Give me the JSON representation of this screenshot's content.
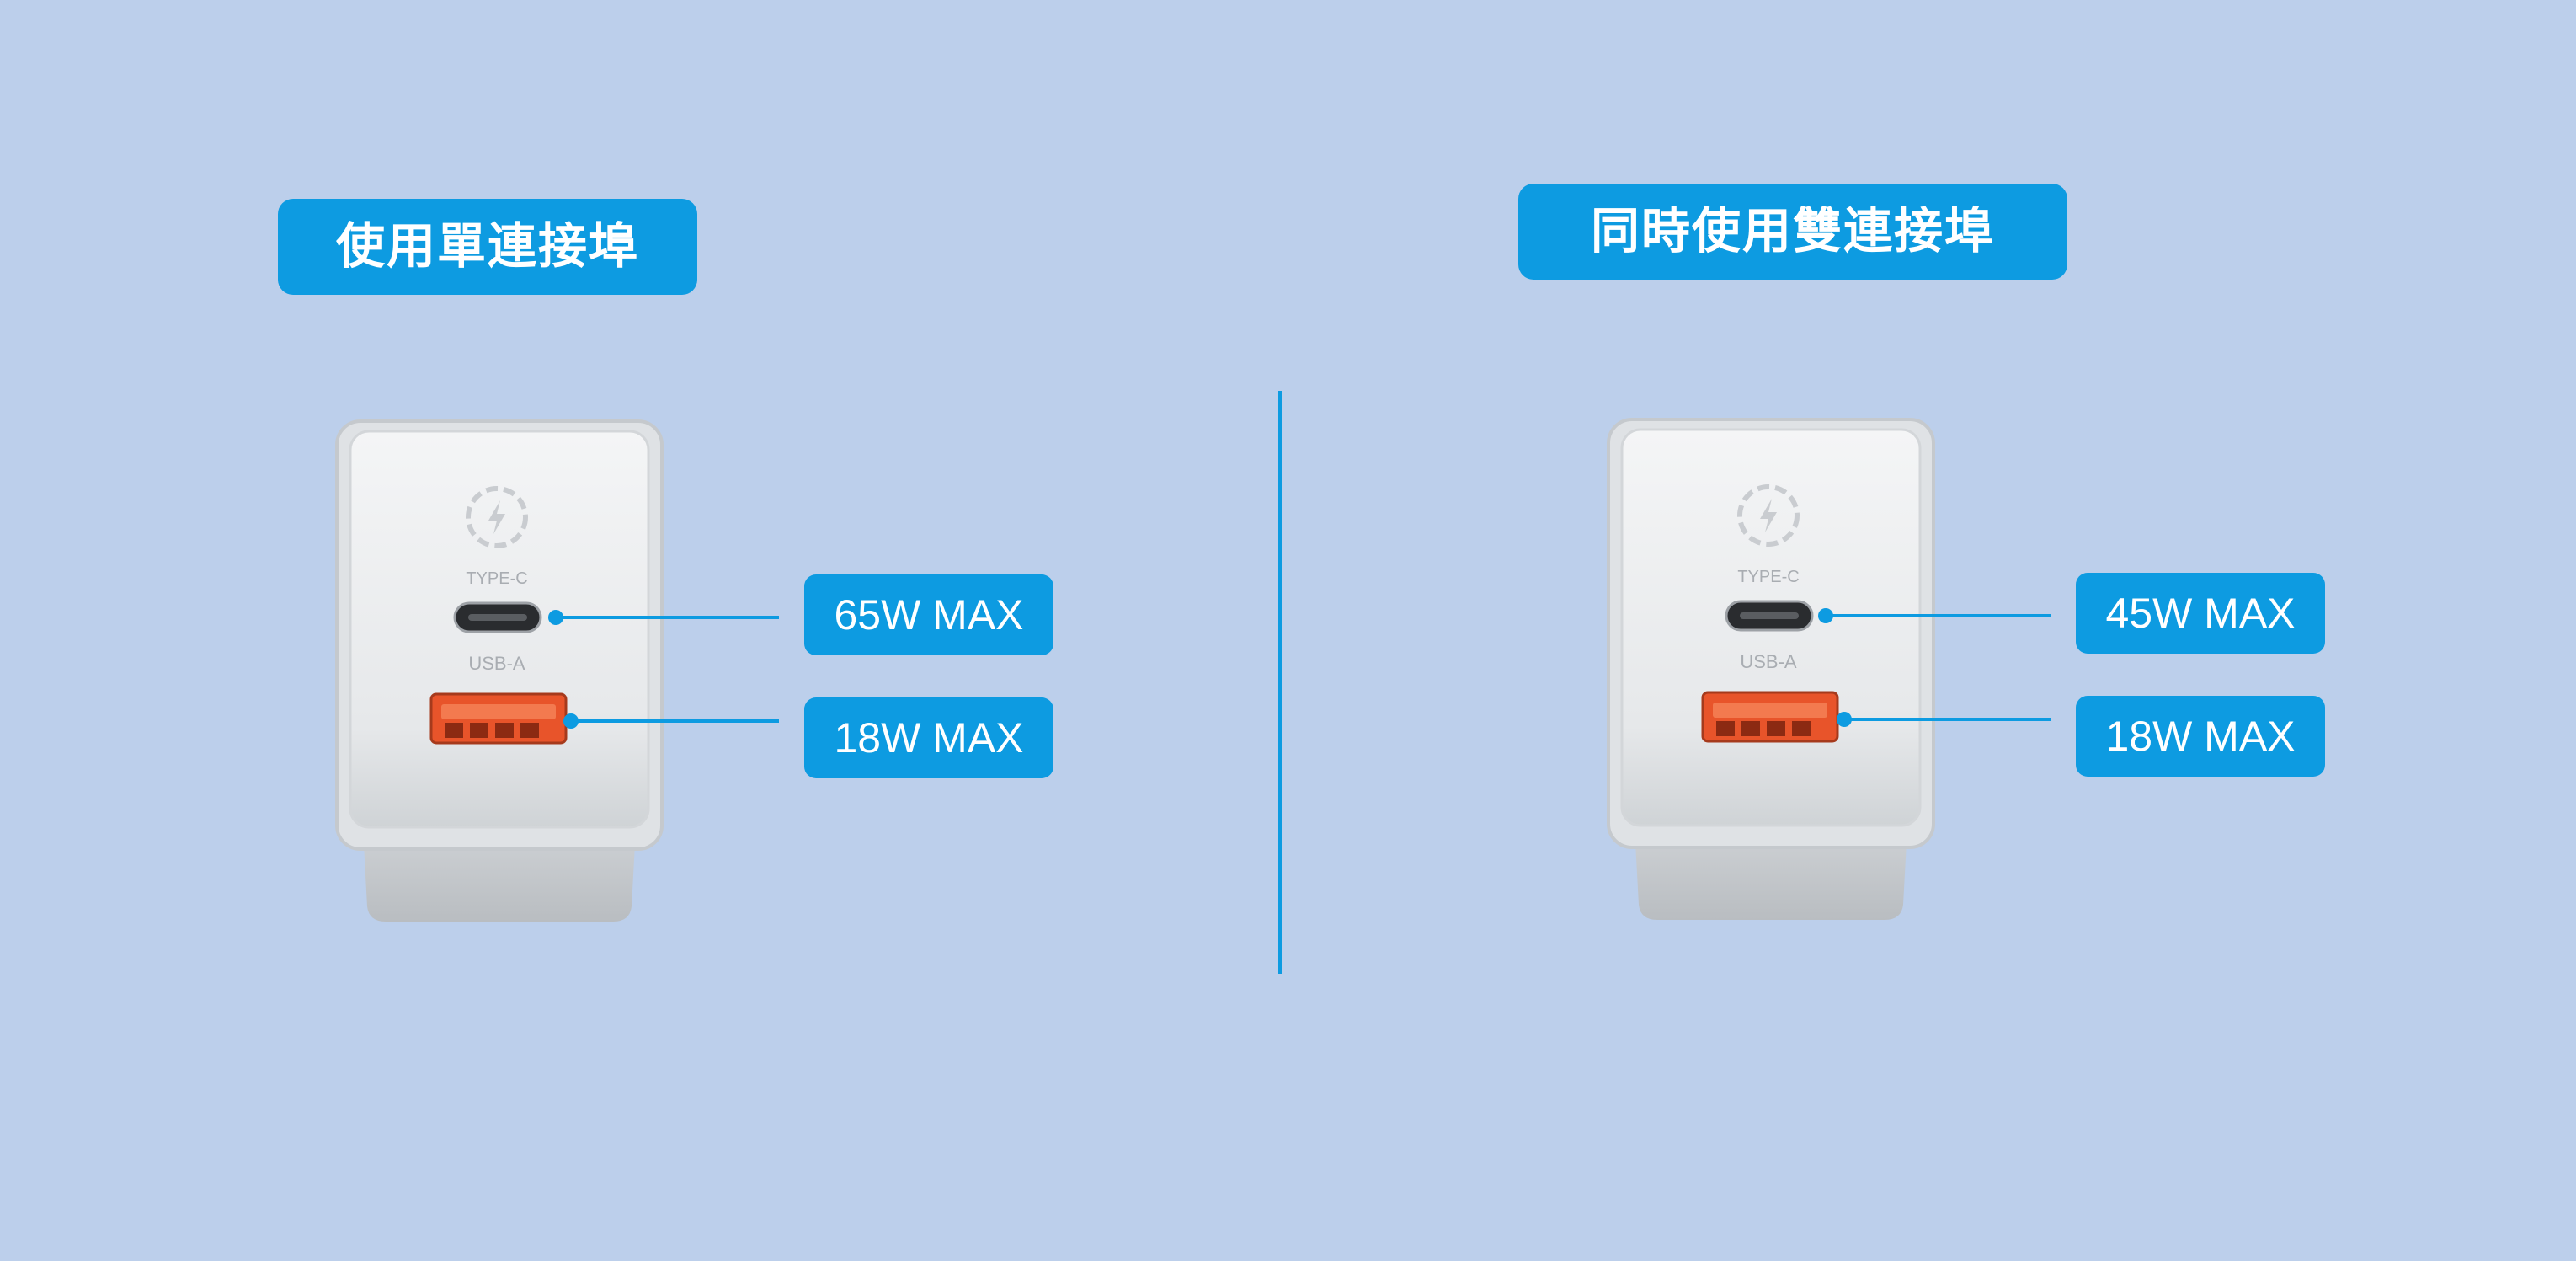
{
  "panels": [
    {
      "title": "使用單連接埠",
      "charger": {
        "port_c_label": "TYPE-C",
        "port_a_label": "USB-A",
        "icon": "lightning-bolt-icon"
      },
      "specs": {
        "type_c": "65W MAX",
        "usb_a": "18W MAX"
      }
    },
    {
      "title": "同時使用雙連接埠",
      "charger": {
        "port_c_label": "TYPE-C",
        "port_a_label": "USB-A",
        "icon": "lightning-bolt-icon"
      },
      "specs": {
        "type_c": "45W MAX",
        "usb_a": "18W MAX"
      }
    }
  ],
  "colors": {
    "background": "#bccfeb",
    "accent": "#0d9be1",
    "usb_a_port": "#e8542a"
  }
}
